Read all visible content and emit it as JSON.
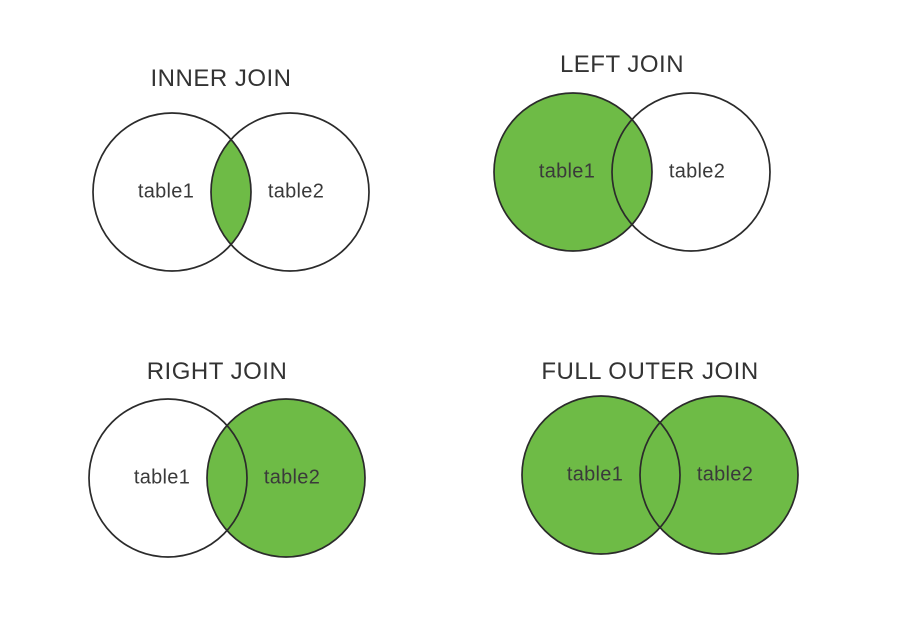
{
  "colors": {
    "green": "#6ebb46",
    "white": "#ffffff",
    "stroke": "#2b2b2b",
    "title_text": "#333333",
    "label_text": "#3a3a3a",
    "background": "#ffffff"
  },
  "diagrams": [
    {
      "title": "INNER JOIN",
      "left_label": "table1",
      "right_label": "table2",
      "left_fill": "white",
      "right_fill": "white",
      "intersection_fill": "green"
    },
    {
      "title": "LEFT JOIN",
      "left_label": "table1",
      "right_label": "table2",
      "left_fill": "green",
      "right_fill": "white",
      "intersection_fill": "green"
    },
    {
      "title": "RIGHT JOIN",
      "left_label": "table1",
      "right_label": "table2",
      "left_fill": "white",
      "right_fill": "green",
      "intersection_fill": "green"
    },
    {
      "title": "FULL OUTER JOIN",
      "left_label": "table1",
      "right_label": "table2",
      "left_fill": "green",
      "right_fill": "green",
      "intersection_fill": "green"
    }
  ]
}
